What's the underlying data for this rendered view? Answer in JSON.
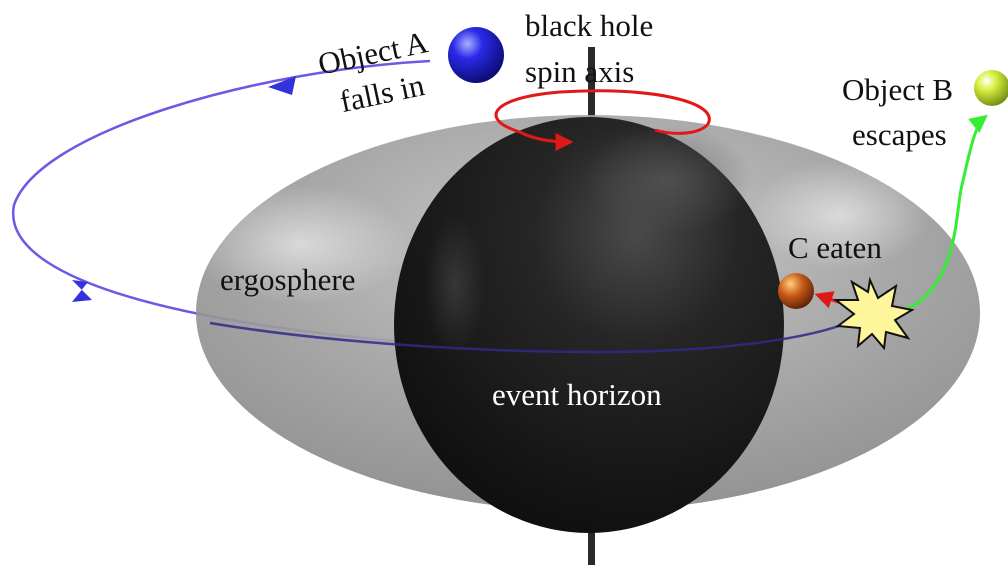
{
  "labels": {
    "object_a_line1": "Object A",
    "object_a_line2": "falls in",
    "spin_axis_line1": "black hole",
    "spin_axis_line2": "spin axis",
    "object_b_line1": "Object B",
    "object_b_line2": "escapes",
    "ergosphere": "ergosphere",
    "c_eaten": "C eaten",
    "event_horizon": "event horizon"
  },
  "colors": {
    "object_a": "#1a1ad6",
    "object_b": "#c8e83a",
    "object_c": "#c0561a",
    "path_a": "#6a5ae6",
    "path_b": "#33ee33",
    "spin_arrow": "#e11818",
    "explosion": "#fff59a",
    "event_horizon": "#1c1c1c",
    "ergosphere": "#8e8e8e"
  }
}
